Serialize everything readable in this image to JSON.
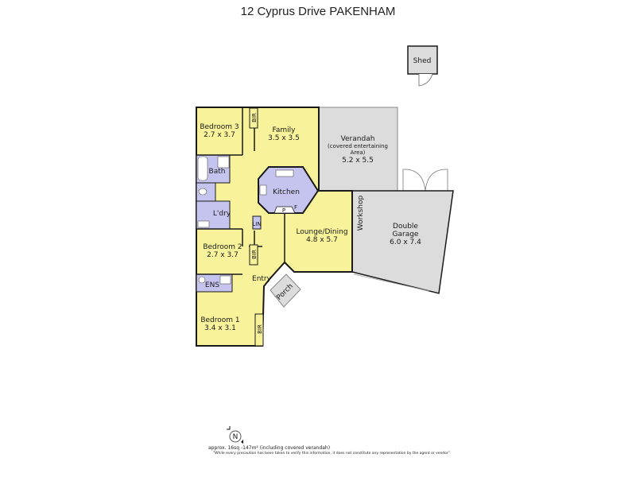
{
  "title": "12 Cyprus Drive PAKENHAM",
  "colors": {
    "living": "#f8f29a",
    "wet": "#c4c4ee",
    "outdoor": "#dcdcdc",
    "wall": "#1a1a1a"
  },
  "rooms": {
    "bedroom3": {
      "name": "Bedroom 3",
      "size": "2.7 x 3.7"
    },
    "family": {
      "name": "Family",
      "size": "3.5 x 3.5"
    },
    "verandah": {
      "name": "Verandah",
      "note1": "(covered entertaining",
      "note2": "Area)",
      "size": "5.2 x 5.5"
    },
    "bath": {
      "name": "Bath"
    },
    "kitchen": {
      "name": "Kitchen",
      "pantry": "P",
      "fridge": "F"
    },
    "laundry": {
      "name": "L'dry"
    },
    "linen": {
      "name": "LIN"
    },
    "bedroom2": {
      "name": "Bedroom 2",
      "size": "2.7 x 3.7"
    },
    "lounge": {
      "name": "Lounge/Dining",
      "size": "4.8 x 5.7"
    },
    "workshop": {
      "name": "Workshop"
    },
    "garage": {
      "name": "Double",
      "name2": "Garage",
      "size": "6.0 x 7.4"
    },
    "entry": {
      "name": "Entry"
    },
    "porch": {
      "name": "Porch"
    },
    "ensuite": {
      "name": "ENS"
    },
    "bedroom1": {
      "name": "Bedroom 1",
      "size": "3.4 x 3.1"
    },
    "bir": {
      "label": "BIR"
    },
    "shed": {
      "name": "Shed"
    }
  },
  "compass": {
    "label": "N"
  },
  "footer": {
    "area": "approx. 16sq -147m² (including covered verandah)",
    "disclaimer": "\"While every precaution has been taken to verify this information, it does not constitute any representation by the agent or vendor\"."
  }
}
